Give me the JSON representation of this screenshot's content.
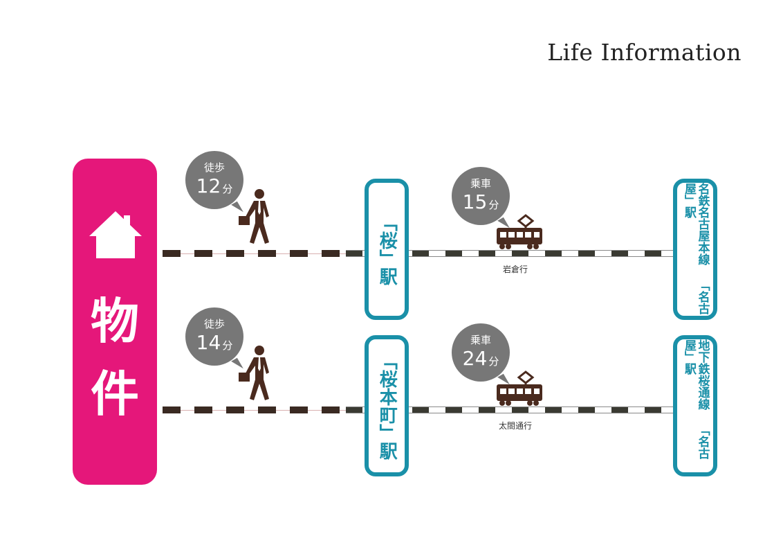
{
  "title": "Life Information",
  "property": {
    "chars": [
      "物",
      "件"
    ],
    "icon": "house-icon"
  },
  "routes": [
    {
      "walk": {
        "label": "徒歩",
        "minutes": "12",
        "unit": "分"
      },
      "station": "「桜」駅",
      "ride": {
        "label": "乗車",
        "minutes": "15",
        "unit": "分"
      },
      "direction": "岩倉行",
      "destination": {
        "line": "名鉄名古屋本線",
        "station": "「名古屋」駅"
      }
    },
    {
      "walk": {
        "label": "徒歩",
        "minutes": "14",
        "unit": "分"
      },
      "station": "「桜本町」駅",
      "ride": {
        "label": "乗車",
        "minutes": "24",
        "unit": "分"
      },
      "direction": "太閤通行",
      "destination": {
        "line": "地下鉄桜通線",
        "station": "「名古屋」駅"
      }
    }
  ],
  "colors": {
    "property": "#e5177a",
    "station": "#1a90a8",
    "bubble": "#777777",
    "icon": "#4a2a1e"
  }
}
